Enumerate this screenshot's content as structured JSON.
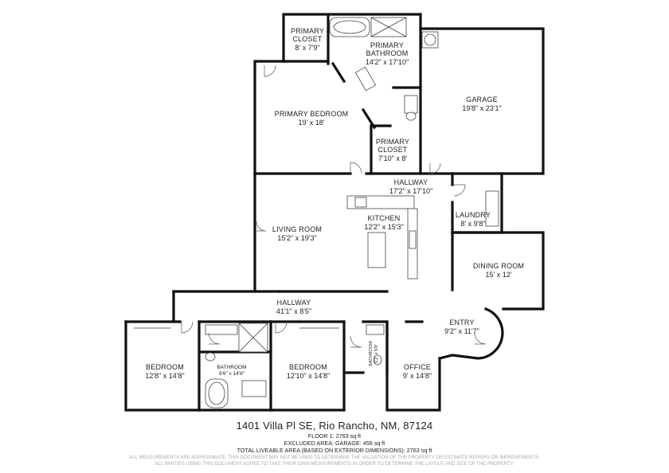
{
  "rooms": {
    "primary_closet_top": {
      "name_1": "PRIMARY",
      "name_2": "CLOSET",
      "dim": "8' x 7'9\""
    },
    "primary_bathroom": {
      "name_1": "PRIMARY",
      "name_2": "BATHROOM",
      "dim": "14'2\" x 17'10\""
    },
    "garage": {
      "name": "GARAGE",
      "dim": "19'8\" x 23'1\""
    },
    "primary_bedroom": {
      "name": "PRIMARY BEDROOM",
      "dim": "19' x 18'"
    },
    "primary_closet_lower": {
      "name_1": "PRIMARY",
      "name_2": "CLOSET",
      "dim": "7'10\" x 8'"
    },
    "hallway_upper": {
      "name": "HALLWAY",
      "dim": "17'2\" x 17'10\""
    },
    "kitchen": {
      "name": "KITCHEN",
      "dim": "12'2\" x 15'3\""
    },
    "laundry": {
      "name": "LAUNDRY",
      "dim": "8' x 9'8\""
    },
    "living_room": {
      "name": "LIVING ROOM",
      "dim": "15'2\" x 19'3\""
    },
    "dining_room": {
      "name": "DINING ROOM",
      "dim": "15' x 12'"
    },
    "hallway_lower": {
      "name": "HALLWAY",
      "dim": "41'1\" x 8'5\""
    },
    "entry": {
      "name": "ENTRY",
      "dim": "9'2\" x 11'7\""
    },
    "bedroom_left": {
      "name": "BEDROOM",
      "dim": "12'8\" x 14'8\""
    },
    "bathroom_mid": {
      "name": "BATHROOM",
      "dim": "9'6\" x 14'8\""
    },
    "bedroom_mid": {
      "name": "BEDROOM",
      "dim": "12'10\" x 14'8\""
    },
    "bathroom_small": {
      "name": "BATHROOM",
      "dim": "5'2\" x 5'8\""
    },
    "office": {
      "name": "OFFICE",
      "dim": "9' x 14'8\""
    }
  },
  "footer": {
    "address": "1401 Villa Pl SE, Rio Rancho, NM, 87124",
    "floor": "FLOOR 1: 2763 sq ft",
    "excluded": "EXCLUDED AREA: GARAGE: 458 sq ft",
    "total": "TOTAL LIVEABLE AREA (BASED ON EXTERIOR DIMENSIONS): 2763 sq ft",
    "disclaimer_1": "ALL MEASUREMENTS ARE APPROXIMATE. THIS DOCUMENT MAY NOT BE USED TO DETERMINE THE VALUATION OF THE PROPERTY OR ESTIMATE REPAIRS OR IMPROVEMENTS.",
    "disclaimer_2": "ALL PARTIES USING THIS DOCUMENT AGREE TO TAKE THEIR OWN MEASUREMENTS IN ORDER TO DETERMINE THE LAYOUT AND SIZE OF THE PROPERTY."
  }
}
